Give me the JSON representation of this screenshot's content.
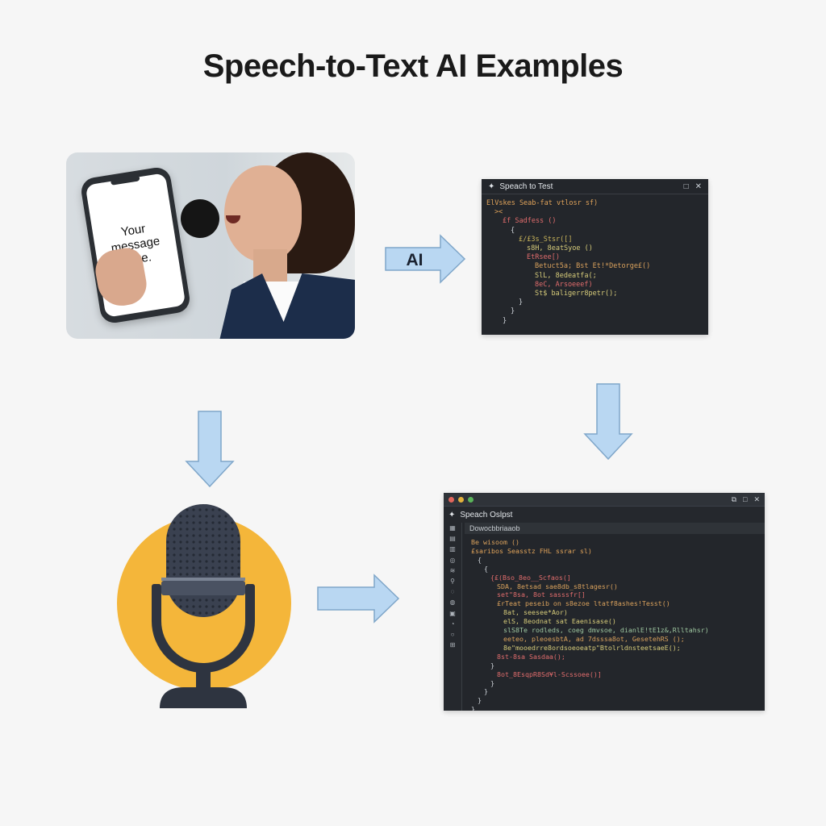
{
  "title": "Speech-to-Text AI Examples",
  "photo": {
    "phone_text": "Your\nmessage\nhere."
  },
  "arrow_label": "AI",
  "panel1": {
    "title": "Speach to Test",
    "icon": "sparkle-icon",
    "controls": [
      "□",
      "✕"
    ],
    "lines": [
      {
        "indent": 0,
        "text": "ElVskes Seab-fat vtlosr sf)",
        "color": "#e0a35a"
      },
      {
        "indent": 1,
        "text": "><",
        "color": "#e0a35a"
      },
      {
        "indent": 2,
        "text": "£f Sadfess ()",
        "color": "#e06c6c"
      },
      {
        "indent": 3,
        "text": "{",
        "color": "#cfd4da"
      },
      {
        "indent": 4,
        "text": "£/£3s_Stsr([]",
        "color": "#c9b45a"
      },
      {
        "indent": 5,
        "text": "s8H, 8eatSyoe ()",
        "color": "#d7cc7a"
      },
      {
        "indent": 5,
        "text": "EtRsee[)",
        "color": "#e06c6c"
      },
      {
        "indent": 6,
        "text": "Betuct5a; Bst Et!*Detorge£()",
        "color": "#d9a15c"
      },
      {
        "indent": 6,
        "text": "SlL, 8edeatfa(;",
        "color": "#d7cc7a"
      },
      {
        "indent": 6,
        "text": "8eC, Arsoeeef)",
        "color": "#e06c6c"
      },
      {
        "indent": 6,
        "text": "St$ baligerr8petr();",
        "color": "#d7cc7a"
      },
      {
        "indent": 4,
        "text": "}",
        "color": "#cfd4da"
      },
      {
        "indent": 3,
        "text": "}",
        "color": "#cfd4da"
      },
      {
        "indent": 2,
        "text": "}",
        "color": "#cfd4da"
      }
    ]
  },
  "panel2": {
    "title": "Speach Oslpst",
    "icon": "sparkle-icon",
    "tab": "Dowocbbriaaob",
    "window_dots": [
      "#e2665c",
      "#e3b23c",
      "#5ab55a"
    ],
    "controls": [
      "⧉",
      "□",
      "✕"
    ],
    "gutter_icons": [
      "▦",
      "▤",
      "▥",
      "◎",
      "≋",
      "⚲",
      "◌",
      "◍",
      "▣",
      "◔",
      "○",
      "⊞"
    ],
    "lines": [
      {
        "indent": 0,
        "text": "Be wisoom ()",
        "color": "#d9a15c"
      },
      {
        "indent": 0,
        "text": "£saribos Seasstz FHL ssrar sl)",
        "color": "#e0a35a"
      },
      {
        "indent": 1,
        "text": "{",
        "color": "#cfd4da"
      },
      {
        "indent": 2,
        "text": "{",
        "color": "#cfd4da"
      },
      {
        "indent": 3,
        "text": "{£(Bso_8eo__Scfaos(]",
        "color": "#e06c6c"
      },
      {
        "indent": 4,
        "text": "SDA, 8etsad sae8db_s8tlagesr()",
        "color": "#d9a15c"
      },
      {
        "indent": 4,
        "text": "set\"8sa, 8ot sasssfr[]",
        "color": "#e06c6c"
      },
      {
        "indent": 4,
        "text": "£rTeat peseib on s8ezoe ltatf8ashes!Tesst()",
        "color": "#d9a15c"
      },
      {
        "indent": 5,
        "text": "8at, seesee*Aor)",
        "color": "#d7cc7a"
      },
      {
        "indent": 5,
        "text": "elS, 8eodnat sat Eaenisase()",
        "color": "#d7cc7a"
      },
      {
        "indent": 5,
        "text": "slS8Te rodleds, coeg dmvsoe, dianlE!tE1z&,Rlltahsr)",
        "color": "#9ec7a0"
      },
      {
        "indent": 5,
        "text": "eeteo, pleoesbtA, ad 7dsssa8ot, GesetehRS ();",
        "color": "#d9a15c"
      },
      {
        "indent": 5,
        "text": "8e\"mooedrre8ordsoeoeatp\"BtolrldnsteetsaeE();",
        "color": "#d7cc7a"
      },
      {
        "indent": 4,
        "text": "8st-8sa Sasdaa();",
        "color": "#e06c6c"
      },
      {
        "indent": 3,
        "text": "}",
        "color": "#cfd4da"
      },
      {
        "indent": 4,
        "text": "8ot_8EsqpR8Sd¥l-Scssoee()]",
        "color": "#e06c6c"
      },
      {
        "indent": 3,
        "text": "}",
        "color": "#cfd4da"
      },
      {
        "indent": 2,
        "text": "}",
        "color": "#cfd4da"
      },
      {
        "indent": 1,
        "text": "}",
        "color": "#cfd4da"
      },
      {
        "indent": 0,
        "text": "}",
        "color": "#cfd4da"
      }
    ]
  },
  "colors": {
    "arrow_fill": "#b9d7f2",
    "arrow_stroke": "#7fa6c9",
    "mic_circle": "#f4b63a",
    "mic_body": "#3a4150",
    "panel_bg": "#23262b"
  }
}
